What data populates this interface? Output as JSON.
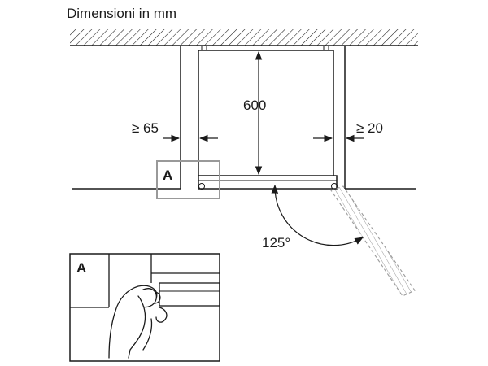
{
  "title": "Dimensioni in mm",
  "dimensions": {
    "height": "600",
    "left_gap": "≥ 65",
    "right_gap": "≥ 20",
    "door_angle": "125°"
  },
  "detail": {
    "marker": "A",
    "callout_label": "A"
  },
  "colors": {
    "line": "#1a1a1a",
    "detail_box": "#999999",
    "door_hatch": "#888888"
  }
}
